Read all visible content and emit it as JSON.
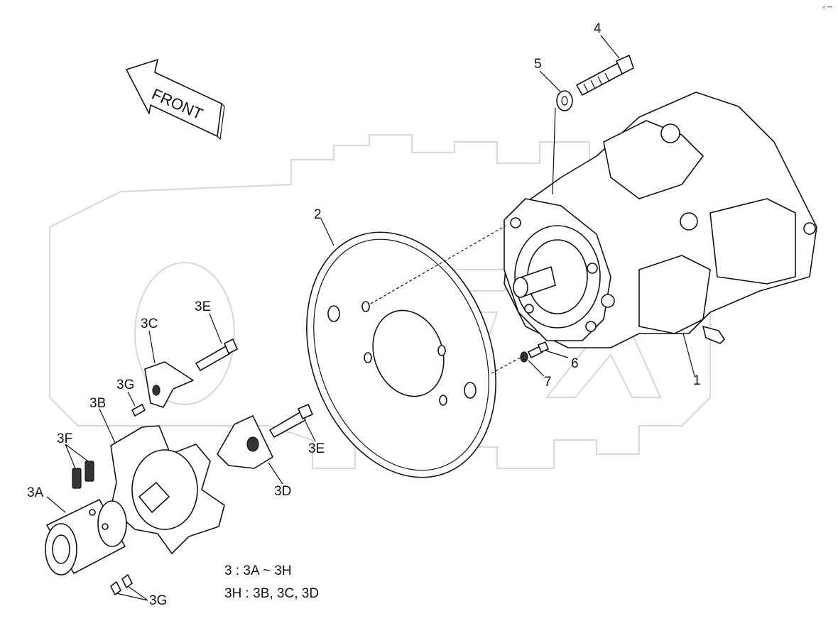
{
  "corner_mark": "a° •••",
  "front_label": "FRONT",
  "parts": {
    "p1": "1",
    "p2": "2",
    "p4": "4",
    "p5": "5",
    "p6": "6",
    "p7": "7",
    "p3a": "3A",
    "p3b": "3B",
    "p3c": "3C",
    "p3d": "3D",
    "p3e_top": "3E",
    "p3e_bottom": "3E",
    "p3f": "3F",
    "p3g_top": "3G",
    "p3g_bottom": "3G"
  },
  "notes": {
    "line1": "3 : 3A ~ 3H",
    "line2": "3H : 3B, 3C, 3D"
  }
}
